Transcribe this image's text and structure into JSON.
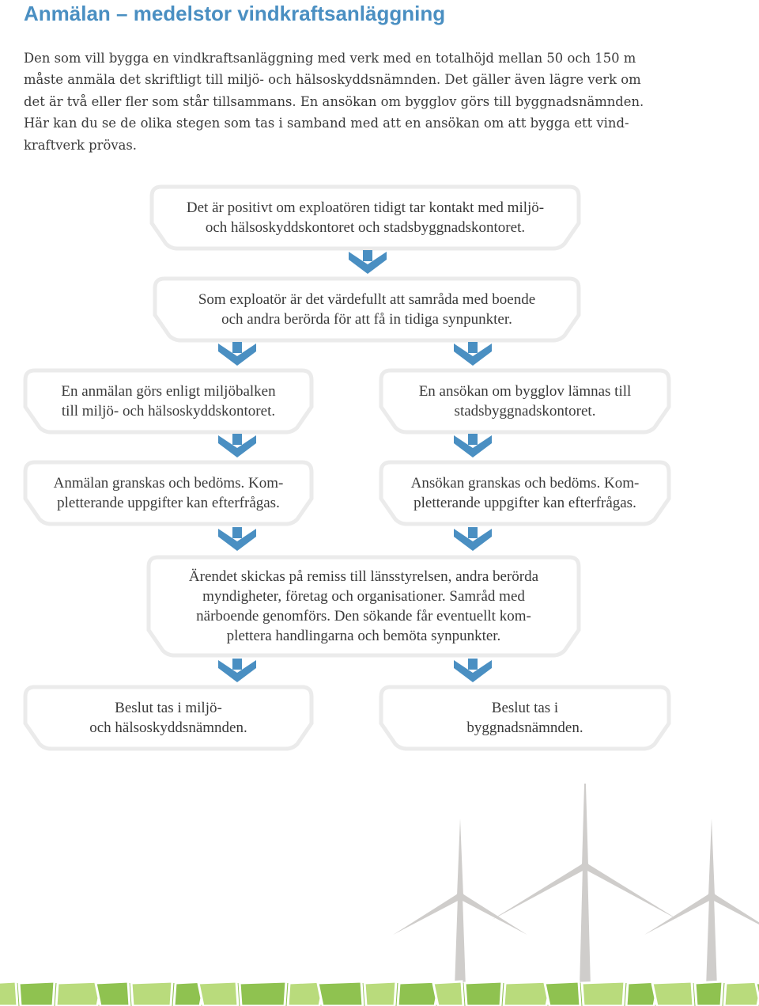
{
  "page": {
    "title": "Anmälan – medelstor vindkraftsanläggning",
    "intro_lines": [
      "Den som vill bygga en vindkraftsanläggning med verk med en totalhöjd mellan 50 och 150 m",
      "måste anmäla det skriftligt till miljö- och hälsoskyddsnämnden. Det gäller även lägre verk om",
      "det är två eller fler som står tillsammans. En ansökan om bygglov görs till byggnadsnämnden.",
      "Här kan du se de olika stegen som tas i samband med att en ansökan om att bygga ett vind-",
      "kraftverk prövas."
    ]
  },
  "flow": {
    "step_early_contact": {
      "lines": [
        "Det är positivt om exploatören tidigt tar kontakt med miljö-",
        "och hälsoskyddskontoret och stadsbyggnadskontoret."
      ]
    },
    "step_consultation": {
      "lines": [
        "Som exploatör är det värdefullt att samråda med boende",
        "och andra berörda för att få in tidiga synpunkter."
      ]
    },
    "step_notification": {
      "lines": [
        "En anmälan görs enligt miljöbalken",
        "till miljö- och hälsoskyddskontoret."
      ]
    },
    "step_permit_application": {
      "lines": [
        "En ansökan om bygglov lämnas till",
        "stadsbyggnadskontoret."
      ]
    },
    "step_notification_review": {
      "lines": [
        "Anmälan granskas och bedöms. Kom-",
        "pletterande uppgifter kan efterfrågas."
      ]
    },
    "step_application_review": {
      "lines": [
        "Ansökan granskas och bedöms. Kom-",
        "pletterande uppgifter kan efterfrågas."
      ]
    },
    "step_referral": {
      "lines": [
        "Ärendet skickas på remiss till länsstyrelsen, andra berörda",
        "myndigheter, företag och organisationer. Samråd med",
        "närboende genomförs. Den sökande får eventuellt kom-",
        "plettera handlingarna och bemöta synpunkter."
      ]
    },
    "step_decision_environment": {
      "lines": [
        "Beslut tas i miljö-",
        "och hälsoskyddsnämnden."
      ]
    },
    "step_decision_building": {
      "lines": [
        "Beslut tas i",
        "byggnadsnämnden."
      ]
    }
  },
  "colors": {
    "title": "#4a8fc2",
    "arrow": "#4a8fc2",
    "box_border": "#ebebeb",
    "body_text": "#3a3a3a",
    "turbine": "#cfcdcb",
    "grass_light": "#b9db7c",
    "grass_dark": "#8fc250"
  },
  "icons": {
    "arrow": "arrow-down-icon",
    "turbine": "wind-turbine-icon"
  }
}
